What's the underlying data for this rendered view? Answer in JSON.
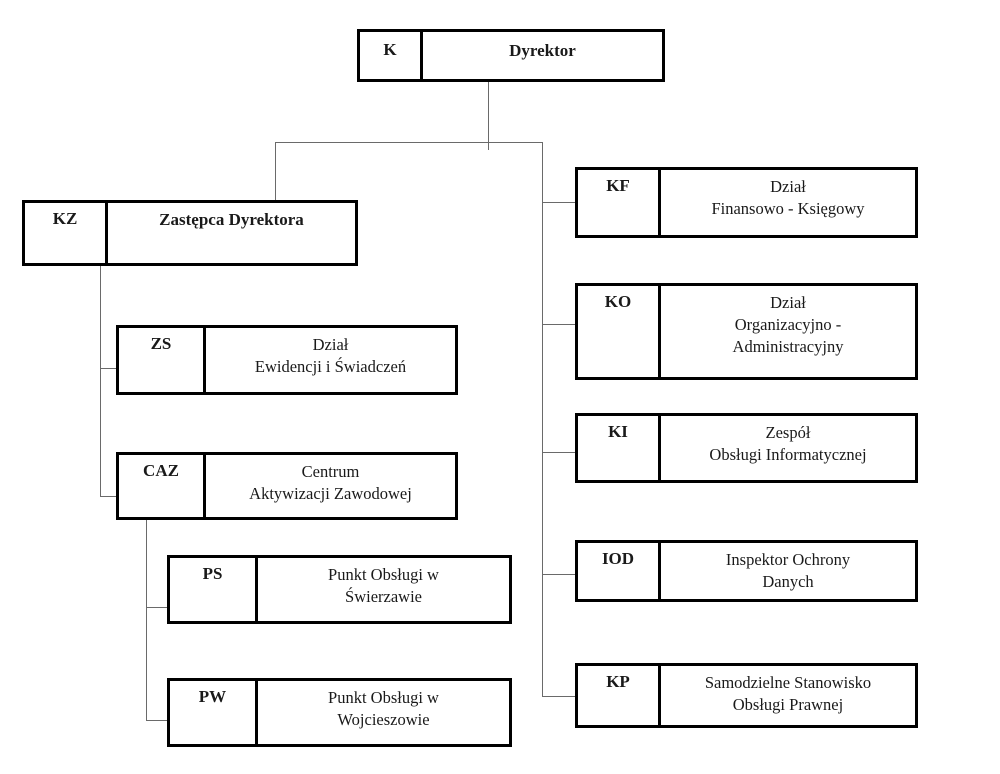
{
  "diagram": {
    "type": "org-chart",
    "background": "#ffffff",
    "border_color": "#000000",
    "connector_color": "#6a6a6a",
    "text_color": "#1a1a1a",
    "nodes": [
      {
        "id": "K",
        "code": "K",
        "label": "Dyrektor"
      },
      {
        "id": "KZ",
        "code": "KZ",
        "label": "Zastępca Dyrektora"
      },
      {
        "id": "ZS",
        "code": "ZS",
        "label": "Dział\nEwidencji i Świadczeń"
      },
      {
        "id": "CAZ",
        "code": "CAZ",
        "label": "Centrum\nAktywizacji Zawodowej"
      },
      {
        "id": "PS",
        "code": "PS",
        "label": "Punkt Obsługi w\nŚwierzawie"
      },
      {
        "id": "PW",
        "code": "PW",
        "label": "Punkt Obsługi w\nWojcieszowie"
      },
      {
        "id": "KF",
        "code": "KF",
        "label": "Dział\nFinansowo - Księgowy"
      },
      {
        "id": "KO",
        "code": "KO",
        "label": "Dział\nOrganizacyjno -\nAdministracyjny"
      },
      {
        "id": "KI",
        "code": "KI",
        "label": "Zespół\nObsługi Informatycznej"
      },
      {
        "id": "IOD",
        "code": "IOD",
        "label": "Inspektor Ochrony\nDanych"
      },
      {
        "id": "KP",
        "code": "KP",
        "label": "Samodzielne Stanowisko\nObsługi Prawnej"
      }
    ],
    "edges": [
      {
        "from": "K",
        "to": "KZ"
      },
      {
        "from": "K",
        "to": "KF"
      },
      {
        "from": "K",
        "to": "KO"
      },
      {
        "from": "K",
        "to": "KI"
      },
      {
        "from": "K",
        "to": "IOD"
      },
      {
        "from": "K",
        "to": "KP"
      },
      {
        "from": "KZ",
        "to": "ZS"
      },
      {
        "from": "KZ",
        "to": "CAZ"
      },
      {
        "from": "CAZ",
        "to": "PS"
      },
      {
        "from": "CAZ",
        "to": "PW"
      }
    ]
  }
}
